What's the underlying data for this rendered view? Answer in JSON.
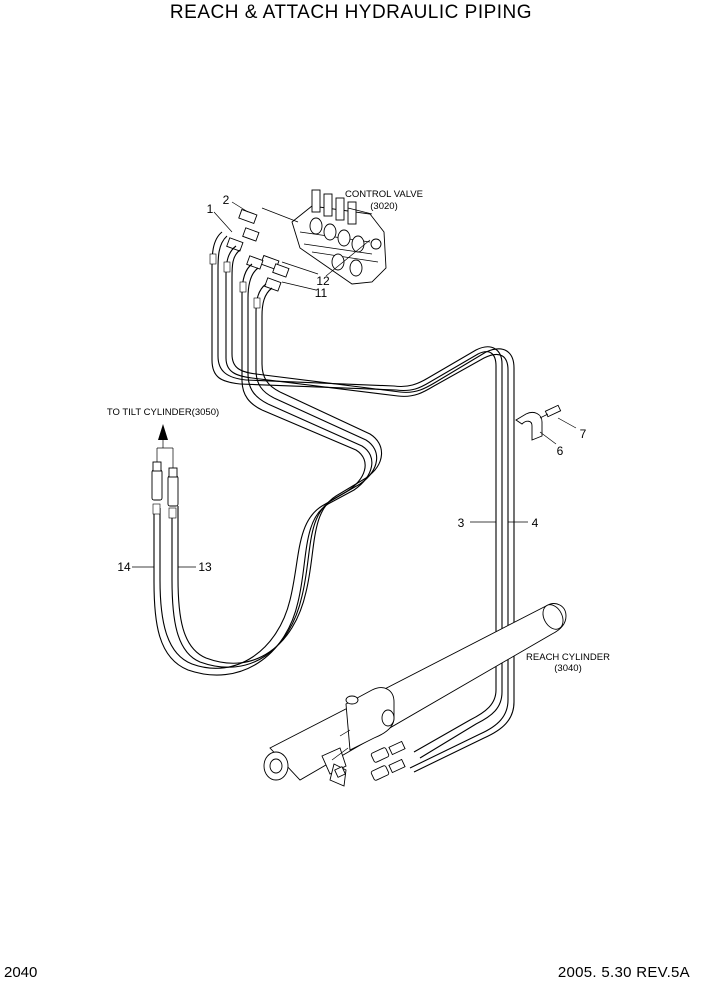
{
  "title": "REACH & ATTACH HYDRAULIC PIPING",
  "footer": {
    "page_number": "2040",
    "revision": "2005. 5.30 REV.5A"
  },
  "callouts": {
    "control_valve": {
      "name": "CONTROL VALVE",
      "ref": "(3020)"
    },
    "tilt_cylinder": "TO TILT CYLINDER(3050)",
    "reach_cylinder": {
      "name": "REACH CYLINDER",
      "ref": "(3040)"
    }
  },
  "part_numbers": {
    "p1": "1",
    "p2": "2",
    "p3": "3",
    "p4": "4",
    "p6": "6",
    "p7": "7",
    "p11": "11",
    "p12": "12",
    "p13": "13",
    "p14": "14"
  }
}
